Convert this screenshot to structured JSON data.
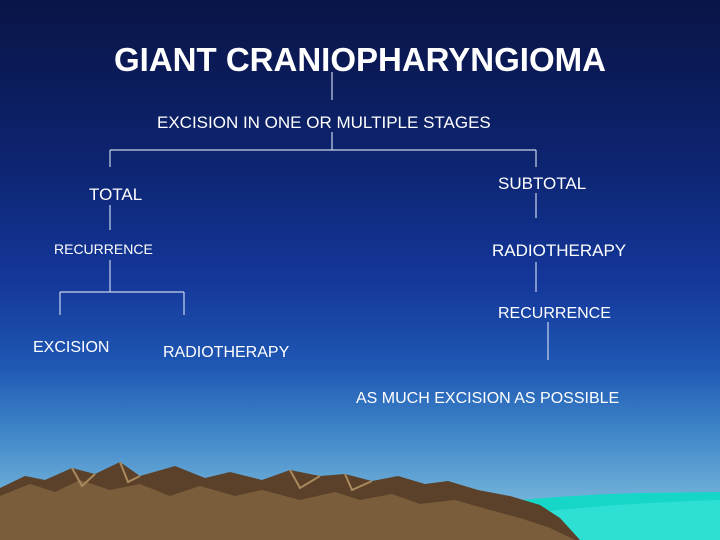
{
  "title": "GIANT CRANIOPHARYNGIOMA",
  "nodes": {
    "root": "EXCISION IN ONE OR MULTIPLE STAGES",
    "total": "TOTAL",
    "subtotal": "SUBTOTAL",
    "recurrence_left": "RECURRENCE",
    "excision": "EXCISION",
    "radiotherapy_left": "RADIOTHERAPY",
    "radiotherapy_right": "RADIOTHERAPY",
    "recurrence_right": "RECURRENCE",
    "max_excision": "AS MUCH EXCISION AS POSSIBLE"
  },
  "colors": {
    "text": "#ffffff",
    "sky_top": "#0a1446",
    "sky_bottom": "#8cc5e0",
    "mountains": "#6b5236",
    "water": "#16d6c8"
  }
}
